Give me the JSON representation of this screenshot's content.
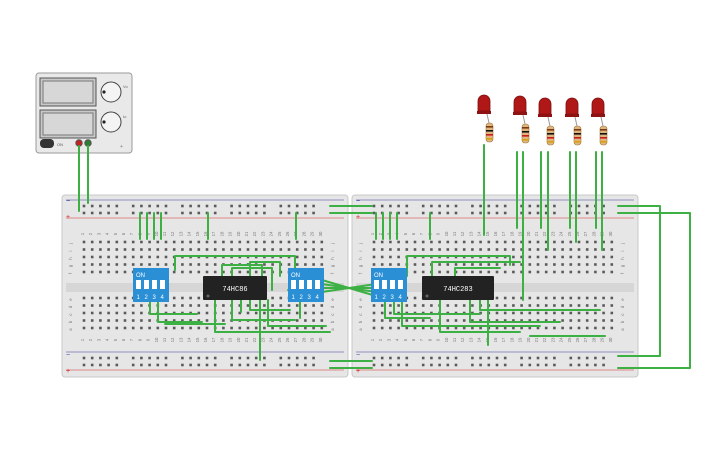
{
  "power_supply": {
    "knob_label_1": "Vo",
    "knob_label_2": "Io",
    "button_label": "ON",
    "indicator_label": "+"
  },
  "breadboards": [
    {
      "id": "left",
      "columns": 30
    },
    {
      "id": "right",
      "columns": 30
    }
  ],
  "rail_labels": {
    "minus": "−",
    "plus": "+"
  },
  "row_letters_top": [
    "j",
    "i",
    "h",
    "g",
    "f"
  ],
  "row_letters_bottom": [
    "e",
    "d",
    "c",
    "b",
    "a"
  ],
  "chips": [
    {
      "label": "74HC86"
    },
    {
      "label": "74HC283"
    }
  ],
  "dip_switches": [
    {
      "on_label": "ON",
      "numbers": [
        "1",
        "2",
        "3",
        "4"
      ]
    },
    {
      "on_label": "ON",
      "numbers": [
        "1",
        "2",
        "3",
        "4"
      ]
    },
    {
      "on_label": "ON",
      "numbers": [
        "1",
        "2",
        "3",
        "4"
      ]
    }
  ],
  "leds": {
    "count": 5,
    "color": "#b01818"
  },
  "colors": {
    "wire": "#3cb043",
    "rail_red": "#d42a2a",
    "rail_blue": "#3a3aa0",
    "dip": "#2b8fd6",
    "chip": "#222222"
  }
}
